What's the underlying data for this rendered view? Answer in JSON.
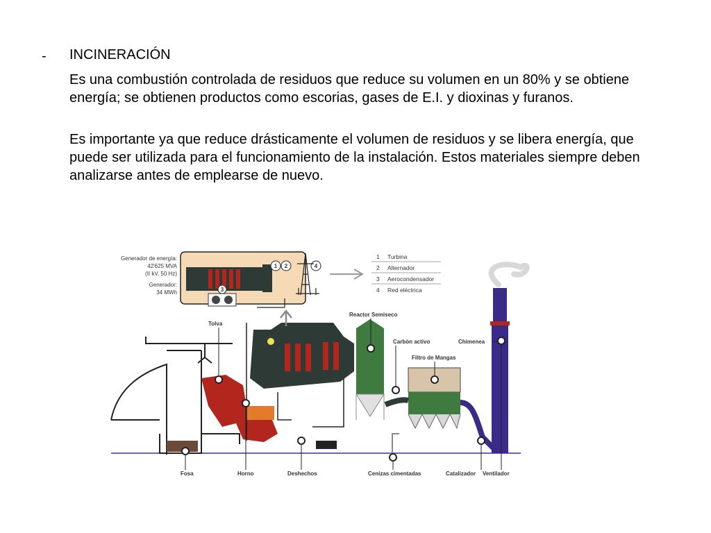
{
  "slide": {
    "bullet": "-",
    "heading": "INCINERACIÓN",
    "paragraph_1": "Es una combustión controlada de residuos que reduce su volumen en un 80% y se obtiene energía; se obtienen productos como escorias, gases de E.I. y dioxinas y furanos.",
    "paragraph_2": "Es importante ya que reduce drásticamente el volumen de residuos y se libera energía, que puede ser utilizada para el funcionamiento de la instalación. Estos materiales siempre deben analizarse antes de emplearse de nuevo."
  },
  "diagram": {
    "generator_info": {
      "line1": "Generador de energía:",
      "line2": "42'625 MVA",
      "line3": "(II kV, 50 Hz)",
      "line4": "Generador:",
      "line5": "34 MWh"
    },
    "legend": [
      {
        "num": "1",
        "label": "Turbina"
      },
      {
        "num": "2",
        "label": "Alternador"
      },
      {
        "num": "3",
        "label": "Aerocondensador"
      },
      {
        "num": "4",
        "label": "Red eléctrica"
      }
    ],
    "markers": {
      "m1": "1",
      "m2": "2",
      "m3": "3",
      "m4": "4"
    },
    "labels": {
      "tolva": "Tolva",
      "reactor": "Reactor Semiseco",
      "carbon": "Carbón activo",
      "chimenea": "Chimenea",
      "filtro": "Filtro de Mangas",
      "fosa": "Fosa",
      "horno": "Horno",
      "deshechos": "Deshechos",
      "cenizas": "Cenizas cimentadas",
      "catalizador": "Catalizador",
      "ventilador": "Ventilador"
    },
    "colors": {
      "furnace_red": "#b3261e",
      "boiler_dark": "#2d3a35",
      "reactor_green": "#3f7a3f",
      "chimney_blue": "#3a2a8a",
      "panel_peach": "#f6d9b5",
      "ground_purple": "#7a5fb0"
    }
  }
}
